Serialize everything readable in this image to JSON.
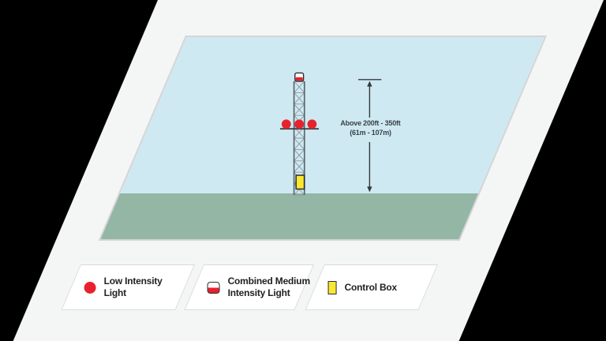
{
  "scene": {
    "annotation": {
      "line1": "Above 200ft - 350ft",
      "line2": "(61m - 107m)"
    },
    "tower": {
      "top_light_icon": "combined-medium-intensity-beacon-icon",
      "side_lights_icon": "low-intensity-light-icon",
      "control_box_icon": "control-box-icon",
      "structure": "lattice-tower"
    }
  },
  "legend": {
    "items": [
      {
        "label": "Low Intensity Light",
        "icon": "low-intensity-light-icon"
      },
      {
        "label": "Combined Medium Intensity Light",
        "icon": "combined-medium-intensity-light-icon"
      },
      {
        "label": "Control Box",
        "icon": "control-box-icon"
      }
    ]
  },
  "colors": {
    "background": "#000000",
    "card": "#f4f6f5",
    "sky": "#cfe9f3",
    "ground": "#93b6a5",
    "scene_border": "#d8d4d5",
    "red": "#e8222d",
    "yellow": "#f9e731",
    "outline_dark": "#2b2e31",
    "tower_gray": "#76828a",
    "annotation_text": "#3b4147",
    "legend_text": "#202124",
    "legend_bg": "#ffffff",
    "legend_border": "#d9dbda"
  }
}
